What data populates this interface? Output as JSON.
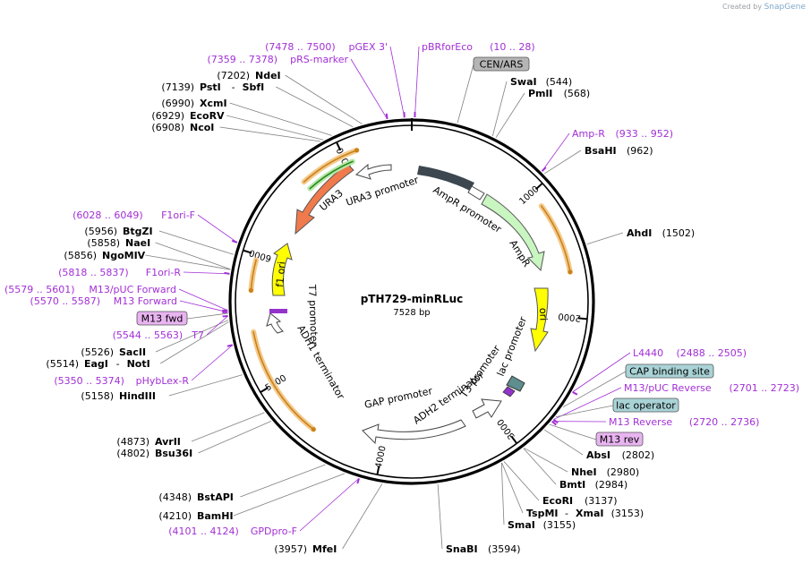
{
  "credit": {
    "prefix": "Created by",
    "brand": "SnapGene"
  },
  "plasmid": {
    "name": "pTH729-minRLuc",
    "length": "7528 bp"
  },
  "ticks": [
    "1000",
    "2000",
    "3000",
    "4000",
    "5000",
    "6000",
    "7000"
  ],
  "enzymes": [
    {
      "id": "swai",
      "name": "SwaI",
      "pos": "(544)"
    },
    {
      "id": "pmli",
      "name": "PmlI",
      "pos": "(568)"
    },
    {
      "id": "bsahi",
      "name": "BsaHI",
      "pos": "(962)"
    },
    {
      "id": "ahdi",
      "name": "AhdI",
      "pos": "(1502)"
    },
    {
      "id": "absi",
      "name": "AbsI",
      "pos": "(2802)"
    },
    {
      "id": "nhei",
      "name": "NheI",
      "pos": "(2980)"
    },
    {
      "id": "bmti",
      "name": "BmtI",
      "pos": "(2984)"
    },
    {
      "id": "ecori",
      "name": "EcoRI",
      "pos": "(3137)"
    },
    {
      "id": "tspmi",
      "name": "TspMI",
      "sep": "-",
      "name2": "XmaI",
      "pos": "(3153)"
    },
    {
      "id": "smai",
      "name": "SmaI",
      "pos": "(3155)"
    },
    {
      "id": "snabi",
      "name": "SnaBI",
      "pos": "(3594)"
    },
    {
      "id": "mfei",
      "name": "MfeI",
      "pos": "(3957)"
    },
    {
      "id": "bamhi",
      "name": "BamHI",
      "pos": "(4210)"
    },
    {
      "id": "bstapi",
      "name": "BstAPI",
      "pos": "(4348)"
    },
    {
      "id": "bsu36i",
      "name": "Bsu36I",
      "pos": "(4802)"
    },
    {
      "id": "avrii",
      "name": "AvrII",
      "pos": "(4873)"
    },
    {
      "id": "hindiii",
      "name": "HindIII",
      "pos": "(5158)"
    },
    {
      "id": "eagi",
      "name": "EagI",
      "sep": "-",
      "name2": "NotI",
      "pos": "(5514)"
    },
    {
      "id": "sacii",
      "name": "SacII",
      "pos": "(5526)"
    },
    {
      "id": "ngomiv",
      "name": "NgoMIV",
      "pos": "(5856)"
    },
    {
      "id": "naei",
      "name": "NaeI",
      "pos": "(5858)"
    },
    {
      "id": "btgzi",
      "name": "BtgZI",
      "pos": "(5956)"
    },
    {
      "id": "ncoi",
      "name": "NcoI",
      "pos": "(6908)"
    },
    {
      "id": "ecorv",
      "name": "EcoRV",
      "pos": "(6929)"
    },
    {
      "id": "xcmi",
      "name": "XcmI",
      "pos": "(6990)"
    },
    {
      "id": "psti",
      "name": "PstI",
      "sep": "-",
      "name2": "SbfI",
      "pos": "(7139)"
    },
    {
      "id": "ndei",
      "name": "NdeI",
      "pos": "(7202)"
    }
  ],
  "primers": [
    {
      "id": "pgex3",
      "name": "pGEX 3'",
      "range": "(7478 .. 7500)"
    },
    {
      "id": "pbrforeco",
      "name": "pBRforEco",
      "range": "(10 .. 28)"
    },
    {
      "id": "prsmarker",
      "name": "pRS-marker",
      "range": "(7359 .. 7378)"
    },
    {
      "id": "ampr",
      "name": "Amp-R",
      "range": "(933 .. 952)"
    },
    {
      "id": "f1orif",
      "name": "F1ori-F",
      "range": "(6028 .. 6049)"
    },
    {
      "id": "f1orir",
      "name": "F1ori-R",
      "range": "(5818 .. 5837)"
    },
    {
      "id": "m13pucf",
      "name": "M13/pUC Forward",
      "range": "(5579 .. 5601)"
    },
    {
      "id": "m13f",
      "name": "M13 Forward",
      "range": "(5570 .. 5587)"
    },
    {
      "id": "t7",
      "name": "T7",
      "range": "(5544 .. 5563)"
    },
    {
      "id": "phyblexr",
      "name": "pHybLex-R",
      "range": "(5350 .. 5374)"
    },
    {
      "id": "l4440",
      "name": "L4440",
      "range": "(2488 .. 2505)"
    },
    {
      "id": "m13pucr",
      "name": "M13/pUC Reverse",
      "range": "(2701 .. 2723)"
    },
    {
      "id": "m13r",
      "name": "M13 Reverse",
      "range": "(2720 .. 2736)"
    },
    {
      "id": "gpdprof",
      "name": "GPDpro-F",
      "range": "(4101 .. 4124)"
    }
  ],
  "boxes": [
    {
      "id": "cenars",
      "label": "CEN/ARS",
      "fill": "#b5b5b5"
    },
    {
      "id": "m13fwd",
      "label": "M13 fwd",
      "fill": "#e8b4f0"
    },
    {
      "id": "capsite",
      "label": "CAP binding site",
      "fill": "#a9d3d6"
    },
    {
      "id": "lacop",
      "label": "lac operator",
      "fill": "#a9d3d6"
    },
    {
      "id": "m13rev",
      "label": "M13 rev",
      "fill": "#e8b4f0"
    }
  ],
  "features": {
    "ampr_promoter": "AmpR promoter",
    "ampr": "AmpR",
    "ori": "ori",
    "lac_promoter": "lac promoter",
    "t3_promoter": "T3 promoter",
    "adh2_terminator": "ADH2 terminator",
    "gap_promoter": "GAP promoter",
    "adh1_terminator": "ADH1 terminator",
    "t7_promoter": "T7 promoter",
    "f1_ori": "f1 ori",
    "ura3": "URA3",
    "ura3_promoter": "URA3 promoter"
  },
  "colors": {
    "backbone": "#000000",
    "cen": "#3c474f",
    "ampr": "#c8f5c0",
    "ori": "#ffff00",
    "ura3": "#f07a4c",
    "orf": "#f0a030",
    "primer": "#a22fd6",
    "enzyme_line": "#808080"
  }
}
